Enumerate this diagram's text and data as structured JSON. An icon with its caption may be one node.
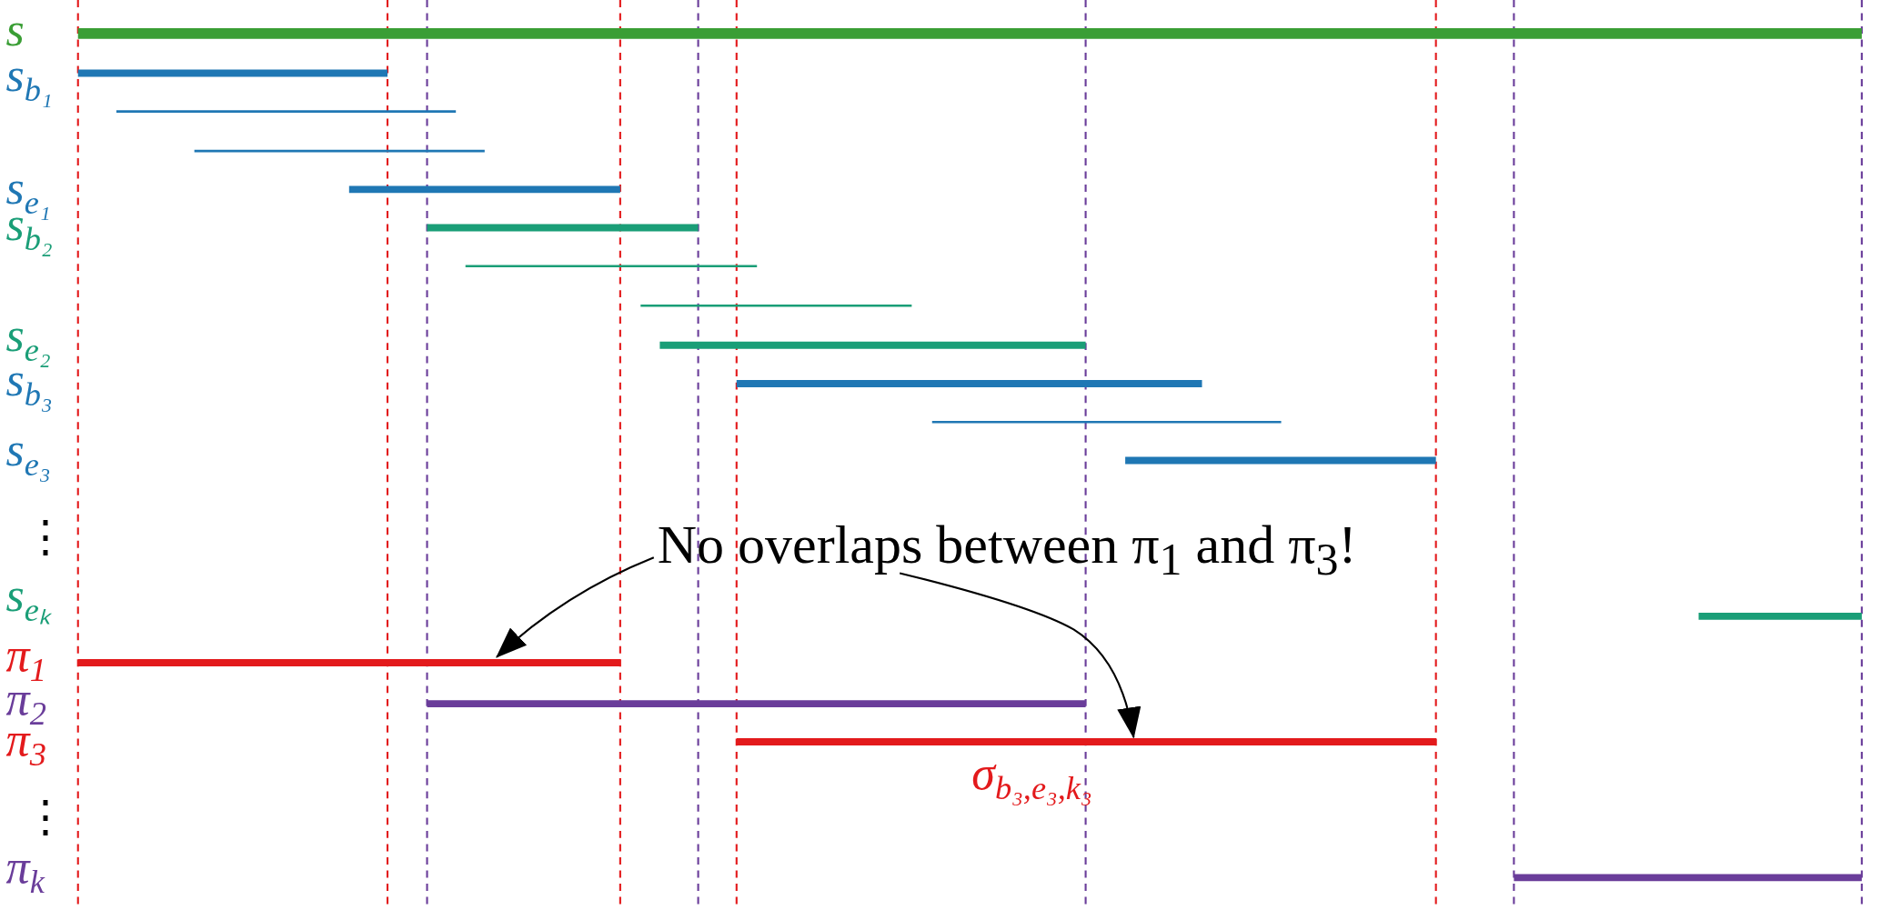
{
  "diagram": {
    "nodes": [
      {
        "text": [
          "No overlaps between π$_{1}$ and π$_{3}$!"
        ]
      },
      {
        "text": [],
        "shape": "bar"
      },
      {
        "text": [],
        "shape": "bar",
        "beside": [
          "σ$_{b₃,e₃,k₃}$"
        ]
      }
    ],
    "edges": [
      {
        "from": 0,
        "to": 1,
        "arrow": "to"
      },
      {
        "from": 0,
        "to": 2,
        "arrow": "to"
      }
    ],
    "labels": [
      "s",
      "s$_{b₁}$",
      "s$_{e₁}$",
      "s$_{b₂}$",
      "s$_{e₂}$",
      "s$_{b₃}$",
      "s$_{e₃}$",
      "⋮",
      "s$_{eₖ}$",
      "π$_{1}$",
      "π$_{2}$",
      "π$_{3}$",
      "⋮",
      "π$_{k}$"
    ]
  }
}
